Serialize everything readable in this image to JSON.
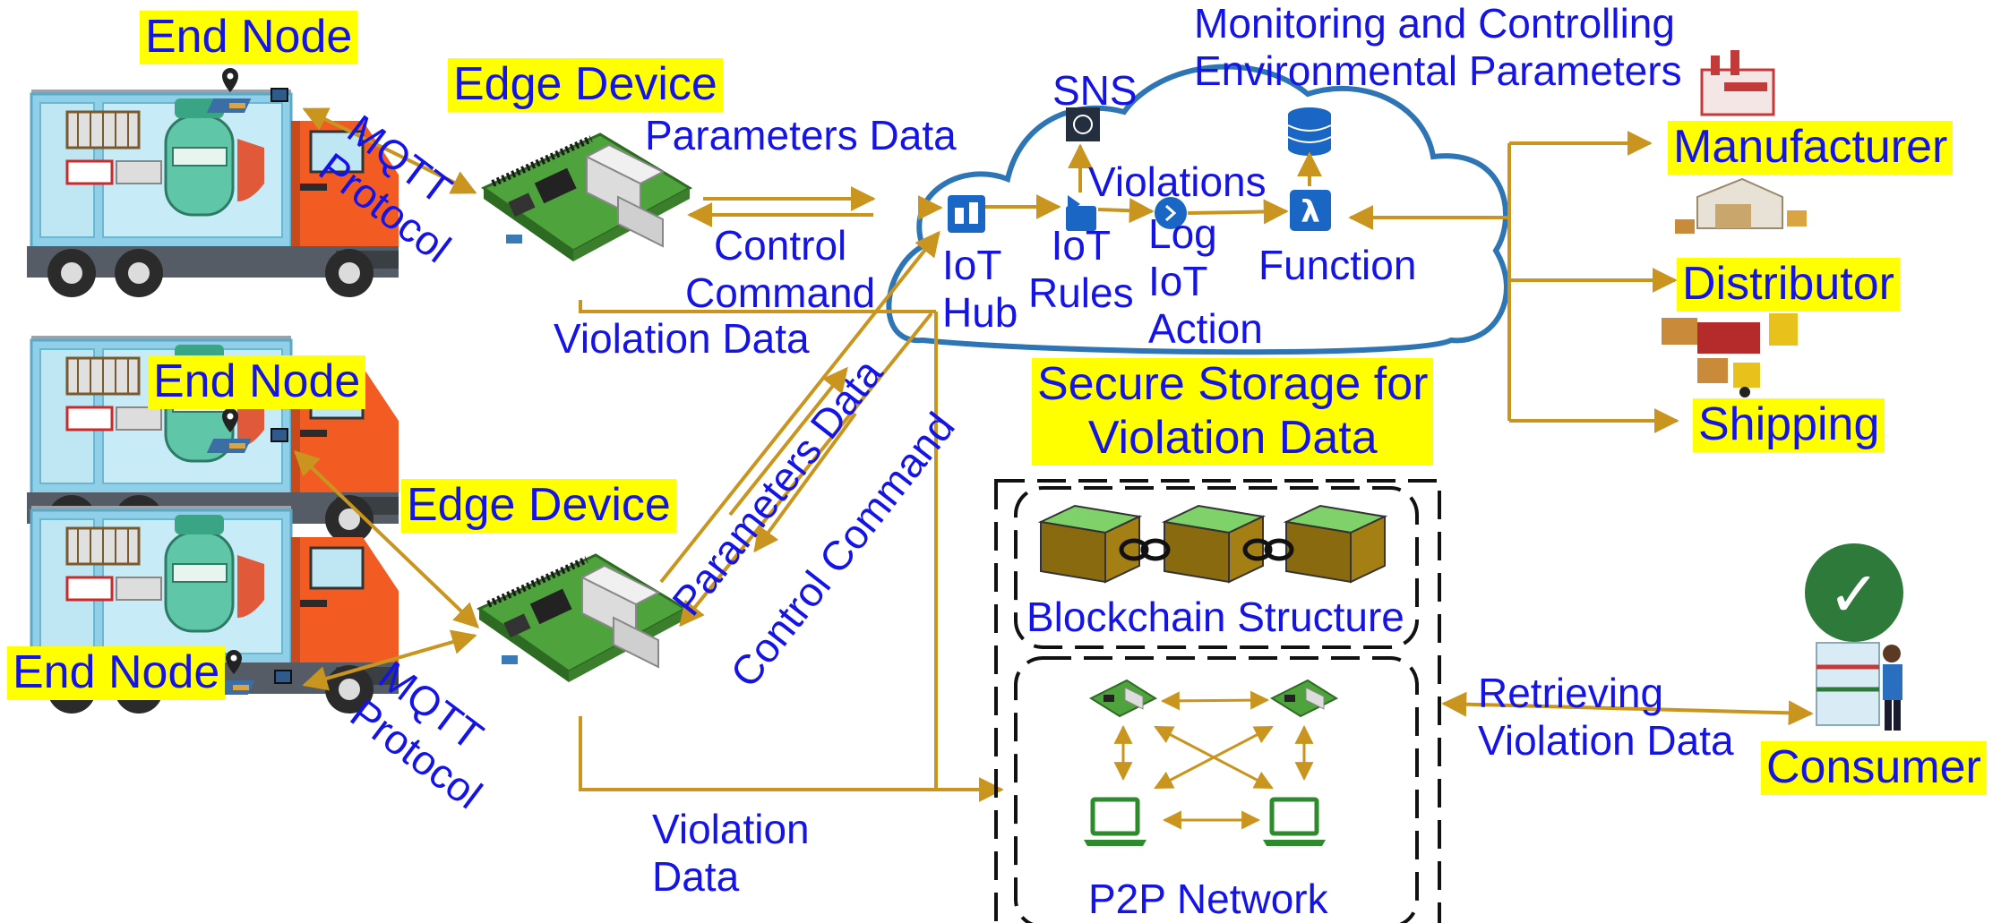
{
  "labels": {
    "end_node_top": "End Node",
    "end_node_mid": "End Node",
    "end_node_bottom": "End Node",
    "edge_device_top": "Edge Device",
    "edge_device_bottom": "Edge Device",
    "mqtt_top": "MQTT Protocol",
    "mqtt_bottom": "MQTT Protocol",
    "parameters_data_top": "Parameters Data",
    "control_command_top": [
      "Control",
      "Command"
    ],
    "violation_data_top": "Violation Data",
    "parameters_data_diag": "Parameters Data",
    "control_command_diag": "Control Command",
    "violation_data_bottom": [
      "Violation",
      "Data"
    ],
    "sns": "SNS",
    "violations": "Violations",
    "iot_hub": [
      "IoT",
      "Hub"
    ],
    "iot_rules": [
      "IoT",
      "Rules"
    ],
    "log_iot_action": [
      "Log",
      "IoT",
      "Action"
    ],
    "function": "Function",
    "monitoring": [
      "Monitoring and Controlling",
      "Environmental Parameters"
    ],
    "manufacturer": "Manufacturer",
    "distributor": "Distributor",
    "shipping": "Shipping",
    "secure_storage": [
      "Secure Storage for",
      "Violation Data"
    ],
    "blockchain_structure": "Blockchain Structure",
    "p2p_network": "P2P Network",
    "retrieving": [
      "Retrieving",
      "Violation Data"
    ],
    "consumer": "Consumer",
    "lambda_glyph": "λ",
    "check_glyph": "✓"
  },
  "colors": {
    "text": "#1414e6",
    "highlight": "#ffff00",
    "arrow": "#c9951e",
    "cloud": "#2e75b6",
    "aws_blue": "#1a66c4",
    "board_green": "#4c9a3a",
    "block_top": "#7fd16a",
    "block_side": "#8a6a0e",
    "consumer_check": "#2d7a3a"
  },
  "icons": {
    "truck": "truck-icon",
    "edge_board": "raspberry-pi-icon",
    "iot_hub": "iot-hub-icon",
    "iot_rules": "iot-rules-icon",
    "sns": "sns-icon",
    "log_action": "log-action-icon",
    "database": "database-icon",
    "lambda": "lambda-icon",
    "factory": "factory-icon",
    "warehouse": "warehouse-icon",
    "forklift": "forklift-icon",
    "block": "blockchain-block-icon",
    "chain": "chain-link-icon",
    "laptop": "laptop-icon",
    "consumer": "consumer-icon",
    "check": "check-circle-icon",
    "gps_sensor": "gps-sensor-icon"
  }
}
